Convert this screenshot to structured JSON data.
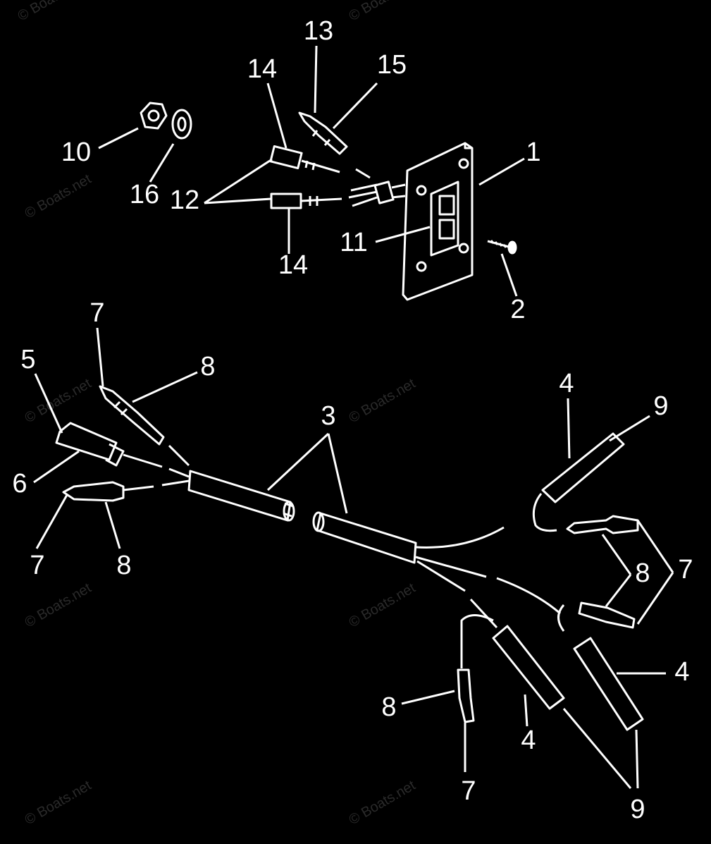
{
  "watermark": {
    "text": "© Boats.net"
  },
  "callouts": {
    "n1": "1",
    "n2": "2",
    "n3": "3",
    "n4a": "4",
    "n4b": "4",
    "n4c": "4",
    "n5": "5",
    "n6": "6",
    "n7a": "7",
    "n7b": "7",
    "n7c": "7",
    "n7d": "7",
    "n8a": "8",
    "n8b": "8",
    "n8c": "8",
    "n8d": "8",
    "n9a": "9",
    "n9b": "9",
    "n10": "10",
    "n11": "11",
    "n12": "12",
    "n13": "13",
    "n14a": "14",
    "n14b": "14",
    "n15": "15",
    "n16": "16"
  }
}
